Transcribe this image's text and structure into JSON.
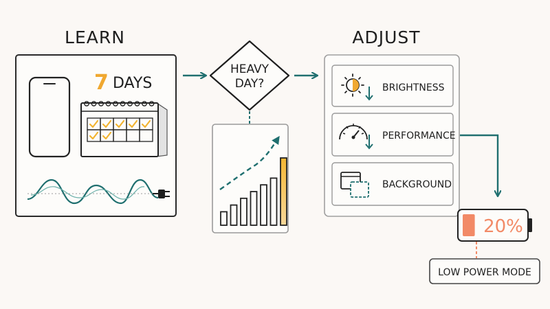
{
  "learn": {
    "title": "LEARN",
    "days_number": "7",
    "days_word": "DAYS"
  },
  "decision": {
    "text_line1": "HEAVY",
    "text_line2": "DAY?"
  },
  "usage_bars": {
    "values": [
      2,
      3,
      4,
      5,
      6,
      7,
      10
    ],
    "highlight_index": 6
  },
  "adjust": {
    "title": "ADJUST",
    "items": [
      {
        "label": "BRIGHTNESS",
        "icon": "brightness-icon"
      },
      {
        "label": "PERFORMANCE",
        "icon": "speedometer-icon"
      },
      {
        "label": "BACKGROUND",
        "icon": "background-apps-icon"
      }
    ]
  },
  "battery": {
    "percent_label": "20%",
    "level": 0.2,
    "mode_label": "LOW POWER MODE"
  },
  "colors": {
    "teal": "#1f6f6f",
    "orange": "#f0a830",
    "coral": "#f28a67",
    "check": "#f2b431"
  }
}
